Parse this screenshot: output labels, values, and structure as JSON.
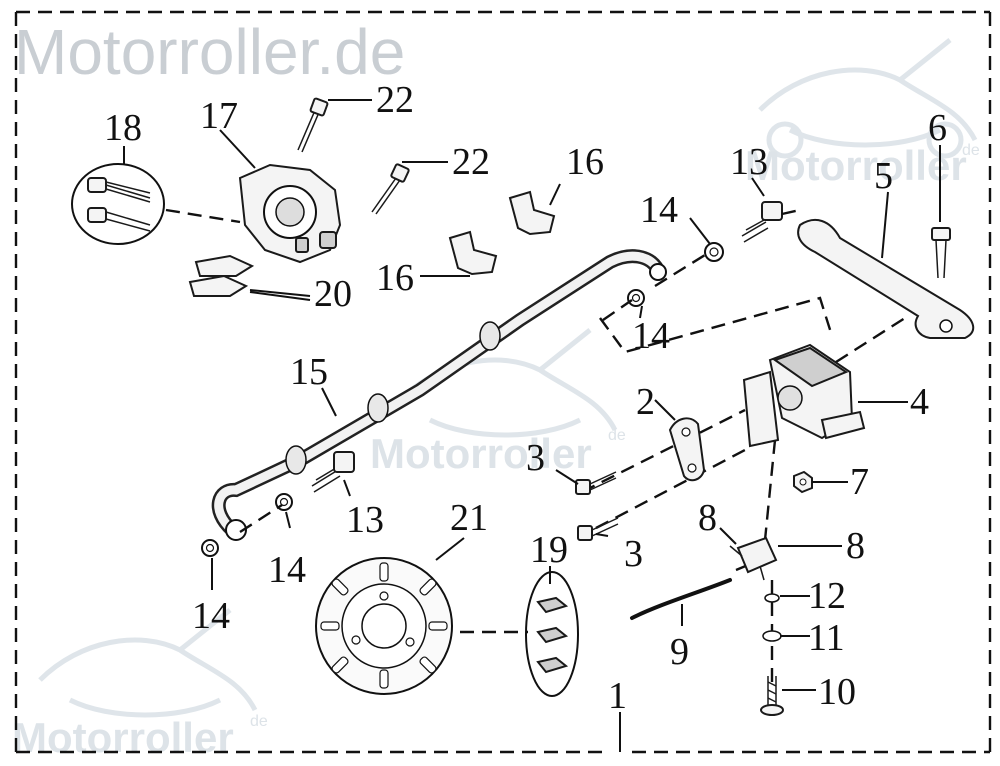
{
  "watermark": {
    "top_left": "Motorroller.de",
    "logo_text": "Motorroller",
    "logo_suffix": "de"
  },
  "callouts": [
    {
      "key": "c1",
      "label": "1"
    },
    {
      "key": "c2",
      "label": "2"
    },
    {
      "key": "c3a",
      "label": "3"
    },
    {
      "key": "c3b",
      "label": "3"
    },
    {
      "key": "c4",
      "label": "4"
    },
    {
      "key": "c5",
      "label": "5"
    },
    {
      "key": "c6",
      "label": "6"
    },
    {
      "key": "c7",
      "label": "7"
    },
    {
      "key": "c8a",
      "label": "8"
    },
    {
      "key": "c8b",
      "label": "8"
    },
    {
      "key": "c9",
      "label": "9"
    },
    {
      "key": "c10",
      "label": "10"
    },
    {
      "key": "c11",
      "label": "11"
    },
    {
      "key": "c12",
      "label": "12"
    },
    {
      "key": "c13a",
      "label": "13"
    },
    {
      "key": "c13b",
      "label": "13"
    },
    {
      "key": "c14a",
      "label": "14"
    },
    {
      "key": "c14b",
      "label": "14"
    },
    {
      "key": "c14c",
      "label": "14"
    },
    {
      "key": "c14d",
      "label": "14"
    },
    {
      "key": "c15",
      "label": "15"
    },
    {
      "key": "c16a",
      "label": "16"
    },
    {
      "key": "c16b",
      "label": "16"
    },
    {
      "key": "c17",
      "label": "17"
    },
    {
      "key": "c18",
      "label": "18"
    },
    {
      "key": "c19",
      "label": "19"
    },
    {
      "key": "c20",
      "label": "20"
    },
    {
      "key": "c21",
      "label": "21"
    },
    {
      "key": "c22a",
      "label": "22"
    },
    {
      "key": "c22b",
      "label": "22"
    }
  ]
}
